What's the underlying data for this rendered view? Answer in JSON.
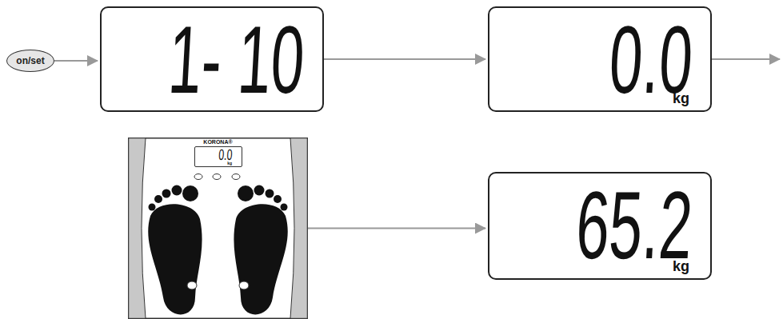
{
  "diagram": {
    "nodes": [
      {
        "text": [
          "on/set"
        ]
      },
      {
        "text": [
          "1- 10"
        ]
      },
      {
        "text": [
          "0.0",
          "kg"
        ]
      },
      {
        "text": [
          "KORONA®"
        ]
      },
      {
        "text": [
          "0.0",
          "kg"
        ],
        "in": 3
      },
      {
        "text": [
          "65.2",
          "kg"
        ]
      }
    ],
    "edges": [
      {
        "from": 0,
        "to": 1,
        "arrow": "to"
      },
      {
        "from": 1,
        "to": 2,
        "arrow": "to"
      },
      {
        "from": 3,
        "to": 5,
        "arrow": "to"
      }
    ]
  }
}
